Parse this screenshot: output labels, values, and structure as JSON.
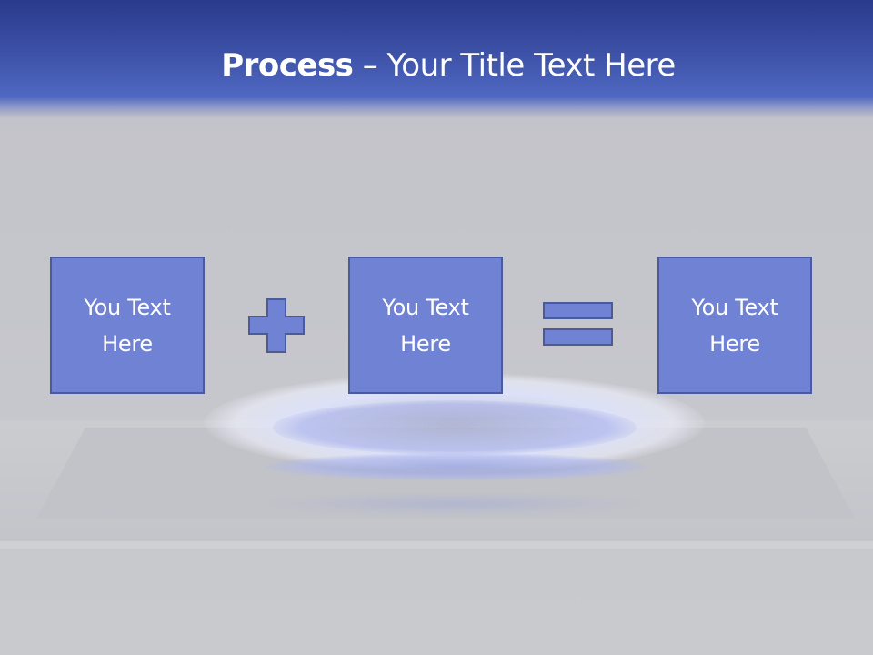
{
  "slide": {
    "title_bold": "Process",
    "title_rest": " – Your Title Text Here",
    "colors": {
      "header_top": "#2a3a8c",
      "header_bottom": "#5068c2",
      "box_fill": "#6f82d3",
      "box_border": "#4a5a9a",
      "background": "#c6c7cc"
    }
  },
  "process": {
    "boxes": [
      {
        "text": "You Text\nHere"
      },
      {
        "text": "You Text\nHere"
      },
      {
        "text": "You Text\nHere"
      }
    ],
    "operators": [
      "plus-icon",
      "equals-icon"
    ]
  }
}
